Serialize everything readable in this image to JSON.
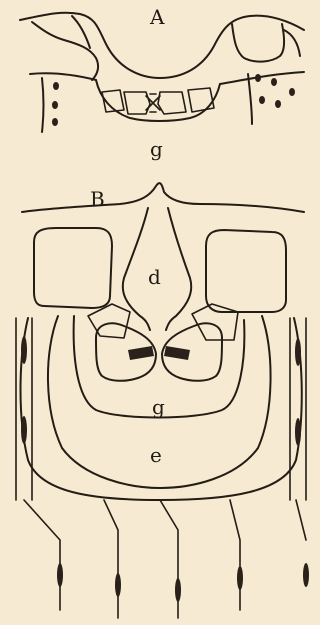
{
  "labels": {
    "panel_a": "A",
    "panel_b": "B",
    "a_guard": "g",
    "b_cavity": "d",
    "b_guard": "g",
    "b_chamber": "e"
  },
  "colors": {
    "paper": "#f6ead2",
    "ink": "#241d16"
  }
}
